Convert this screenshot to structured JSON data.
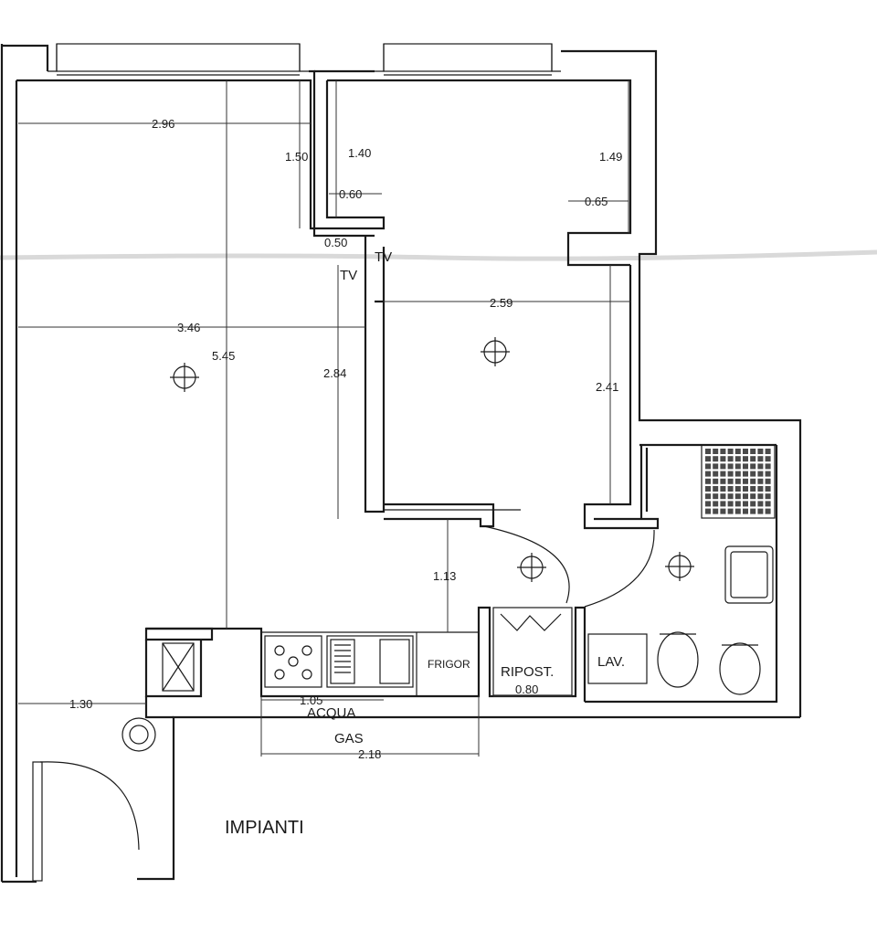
{
  "drawing": {
    "title": "IMPIANTI",
    "dimensions": {
      "d296": "2.96",
      "d150": "1.50",
      "d140": "1.40",
      "d149": "1.49",
      "d060": "0.60",
      "d065": "0.65",
      "d050": "0.50",
      "d346": "3.46",
      "d545": "5.45",
      "d259": "2.59",
      "d284": "2.84",
      "d241": "2.41",
      "d113": "1.13",
      "d130": "1.30",
      "d105": "1.05",
      "d218": "2.18",
      "d080": "0.80"
    },
    "labels": {
      "tv": "TV",
      "frigor": "FRIGOR",
      "ripost": "RIPOST.",
      "lav": "LAV.",
      "acqua": "ACQUA",
      "gas": "GAS"
    },
    "colors": {
      "ink": "#1a1a1a",
      "paper": "#ffffff"
    }
  }
}
